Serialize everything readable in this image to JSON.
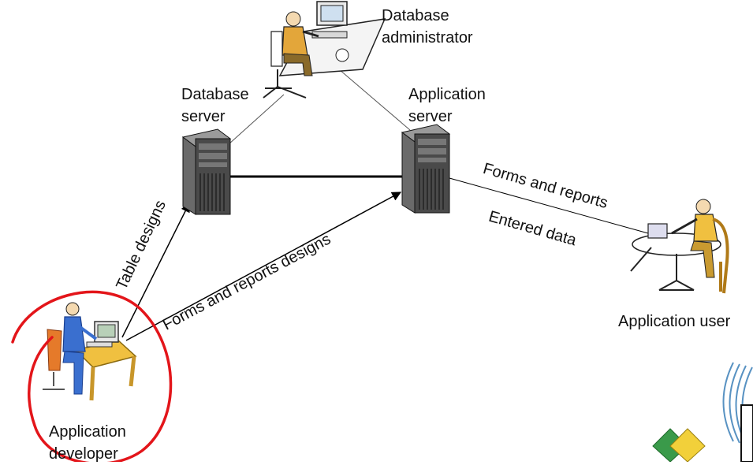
{
  "nodes": {
    "database_administrator": {
      "line1": "Database",
      "line2": "administrator"
    },
    "database_server": {
      "line1": "Database",
      "line2": "server"
    },
    "application_server": {
      "line1": "Application",
      "line2": "server"
    },
    "application_user": {
      "label": "Application user"
    },
    "application_developer": {
      "line1": "Application",
      "line2": "developer"
    }
  },
  "edges": {
    "table_designs": "Table designs",
    "forms_reports_designs": "Forms and reports designs",
    "forms_and_reports": "Forms and reports",
    "entered_data": "Entered data"
  },
  "colors": {
    "annotation_circle": "#e3151a",
    "line": "#000000",
    "server_body": "#4a4a4a",
    "desk": "#f0c040",
    "clothing_blue": "#3a6fcf"
  },
  "icons": [
    "admin-at-desk-icon",
    "server-tower-icon",
    "user-at-table-icon",
    "developer-at-desk-icon",
    "logo-icon"
  ]
}
